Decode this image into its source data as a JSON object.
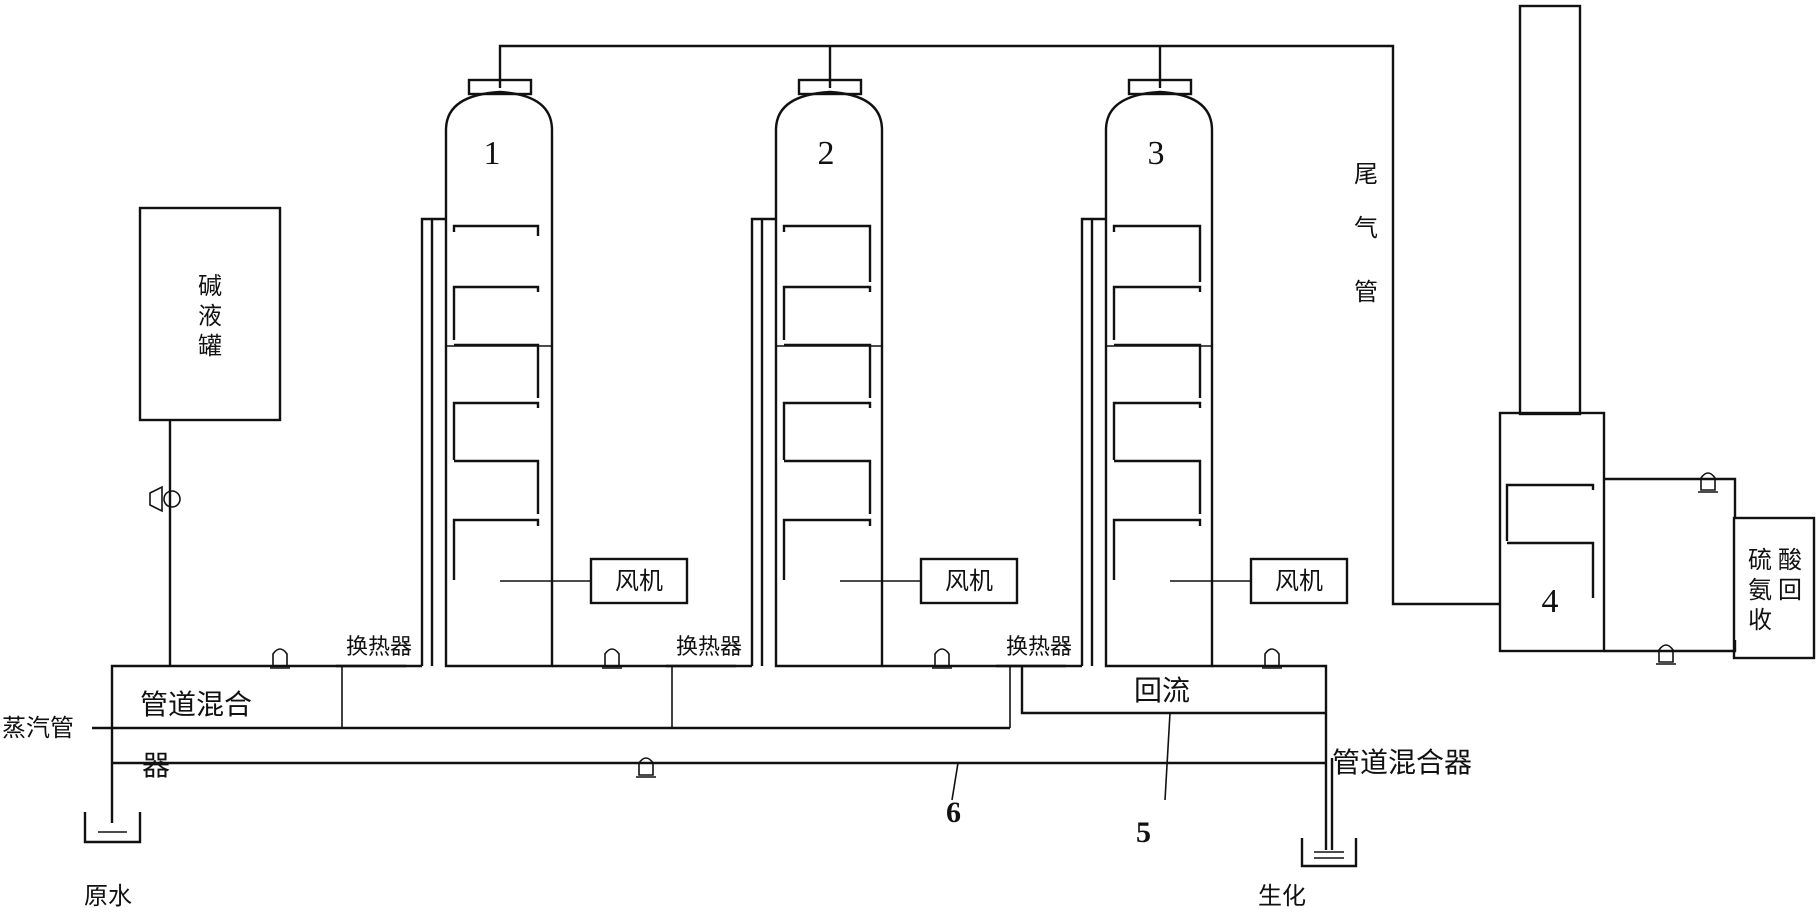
{
  "colors": {
    "line": "#111111",
    "background": "#ffffff"
  },
  "icons": [
    "pump-icon",
    "valve-icon",
    "tank-icon"
  ],
  "labels": {
    "alkali_tank": "碱液罐",
    "column_1": "1",
    "column_2": "2",
    "column_3": "3",
    "absorber": "4",
    "line_5": "5",
    "line_6": "6",
    "fan": "风机",
    "heat_exchanger": "换热器",
    "tail_gas_pipe": "尾气管",
    "pipe_mixer_left_a": "管道混合",
    "pipe_mixer_left_b": "器",
    "pipe_mixer_right": "管道混合器",
    "steam_pipe": "蒸汽管",
    "reflux": "回流",
    "raw_water": "原水",
    "biochem": "生化",
    "ammonium_sulfate_recovery": "硫酸氨回收"
  }
}
